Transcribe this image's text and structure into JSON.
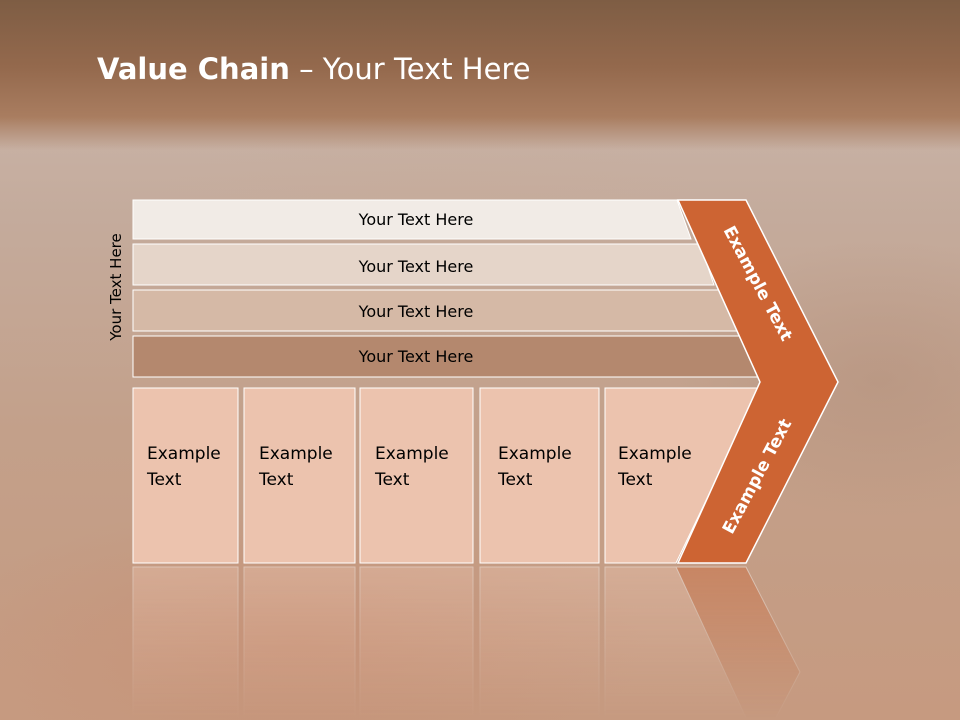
{
  "title": {
    "bold": "Value Chain",
    "rest": " – Your Text Here"
  },
  "side_label": "Your Text Here",
  "support_rows": [
    "Your Text Here",
    "Your Text Here",
    "Your Text Here",
    "Your Text Here"
  ],
  "primary_boxes": [
    [
      "Example",
      "Text"
    ],
    [
      "Example",
      "Text"
    ],
    [
      "Example",
      "Text"
    ],
    [
      "Example",
      "Text"
    ],
    [
      "Example",
      "Text"
    ]
  ],
  "chevron": {
    "upper": "Example Text",
    "lower": "Example Text"
  },
  "colors": {
    "accent": "#cd6433",
    "box": "#ecc3ae",
    "row1": "#f1ebe6",
    "row2": "#e5d5c9",
    "row3": "#d5b9a6",
    "row4": "#b4886e"
  }
}
